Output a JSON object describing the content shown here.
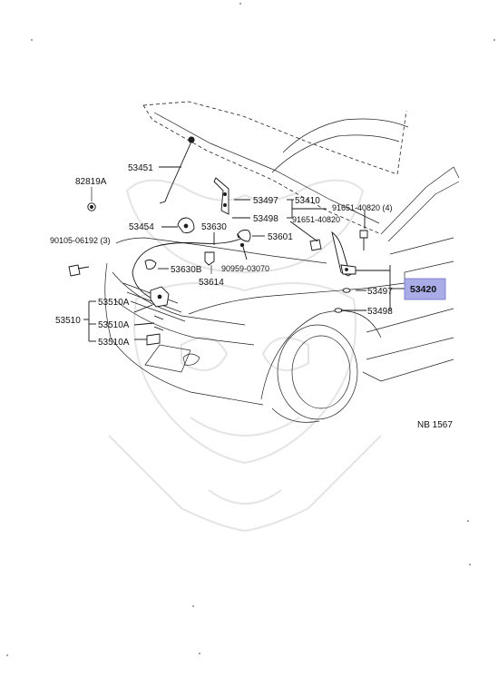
{
  "diagram_code": "NB 1567",
  "highlight_color": "#a9ace6",
  "labels": {
    "p53451": "53451",
    "p82819A": "82819A",
    "p53497a": "53497",
    "p53410": "53410",
    "p53498a": "53498",
    "p91651b": "91651-40820",
    "p91651a": "91651-40820 (4)",
    "p53454": "53454",
    "p53630": "53630",
    "p53601": "53601",
    "p90105": "90105-06192 (3)",
    "p53630B": "53630B",
    "p90959": "90959-03070",
    "p53614": "53614",
    "p53497b": "53497",
    "p53420": "53420",
    "p53498b": "53498",
    "p53510": "53510",
    "p53510A1": "53510A",
    "p53510A2": "53510A",
    "p53510A3": "53510A"
  }
}
